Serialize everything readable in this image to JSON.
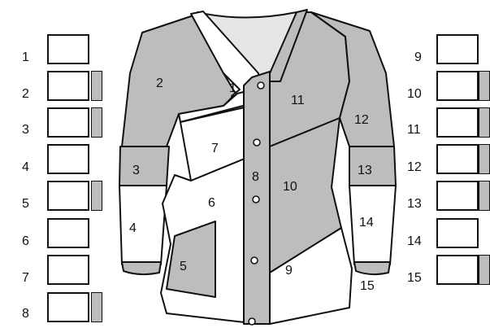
{
  "left_column": {
    "numbers": [
      "1",
      "2",
      "3",
      "4",
      "5",
      "6",
      "7",
      "8"
    ],
    "tabbed": [
      false,
      true,
      true,
      false,
      true,
      false,
      false,
      true
    ]
  },
  "right_column": {
    "numbers": [
      "9",
      "10",
      "11",
      "12",
      "13",
      "14",
      "15"
    ],
    "tabbed": [
      false,
      true,
      true,
      true,
      true,
      false,
      true
    ]
  },
  "piece_labels": [
    "1",
    "2",
    "3",
    "4",
    "5",
    "6",
    "7",
    "8",
    "9",
    "10",
    "11",
    "12",
    "13",
    "14",
    "15"
  ],
  "colors": {
    "shaded": "#bdbdbd",
    "tab": "#bdbdbd",
    "lining": "#e6e6e6",
    "outline": "#111111"
  }
}
